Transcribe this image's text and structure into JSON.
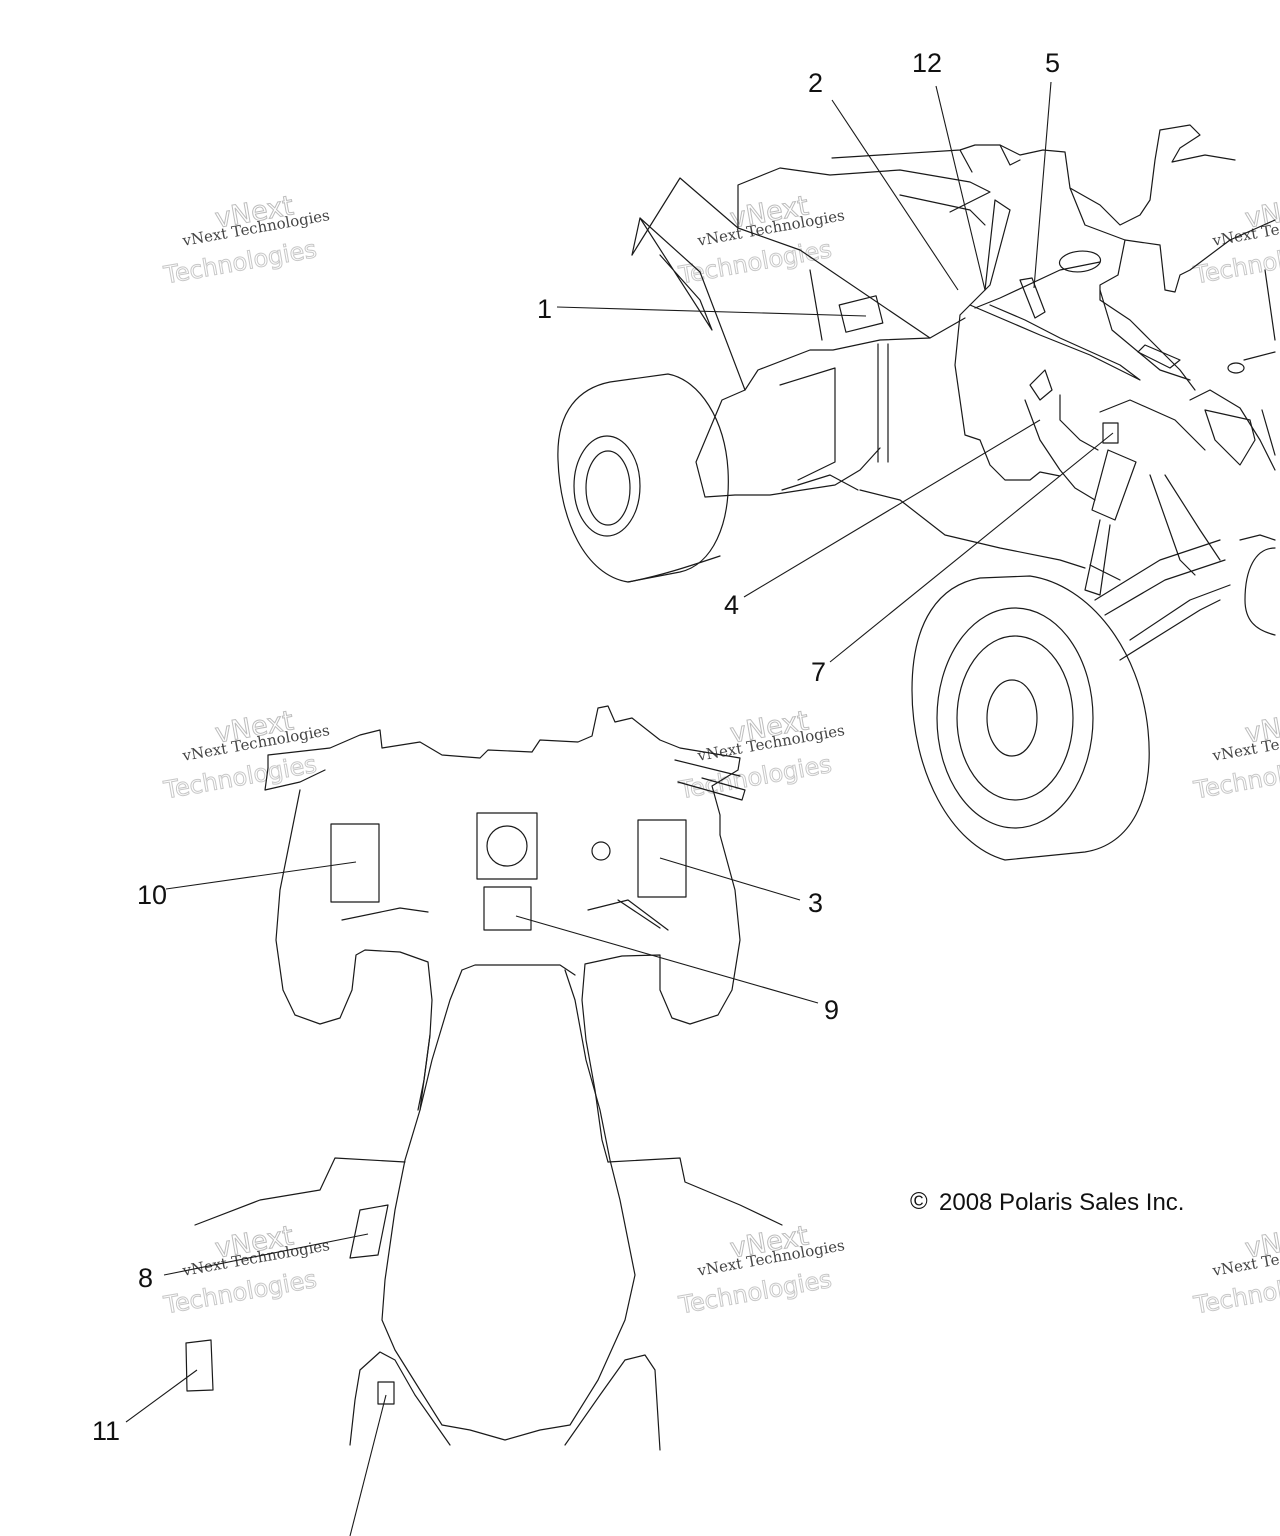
{
  "diagram": {
    "callouts": [
      {
        "id": "c1",
        "label": "1"
      },
      {
        "id": "c2",
        "label": "2"
      },
      {
        "id": "c3",
        "label": "3"
      },
      {
        "id": "c4",
        "label": "4"
      },
      {
        "id": "c5",
        "label": "5"
      },
      {
        "id": "c7",
        "label": "7"
      },
      {
        "id": "c8",
        "label": "8"
      },
      {
        "id": "c9",
        "label": "9"
      },
      {
        "id": "c10",
        "label": "10"
      },
      {
        "id": "c11",
        "label": "11"
      },
      {
        "id": "c12",
        "label": "12"
      }
    ],
    "copyright": "2008 Polaris Sales Inc.",
    "copyright_symbol": "©"
  },
  "watermark": {
    "line1": "vNext Technologies",
    "line2": "vNext",
    "line3": "Technologies"
  },
  "colors": {
    "line": "#1a1a1a",
    "background": "#ffffff"
  }
}
